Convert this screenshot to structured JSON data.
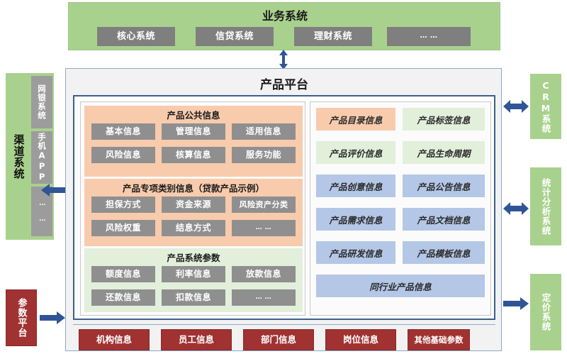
{
  "business_system": {
    "title": "业务系统",
    "items": [
      {
        "label": "核心系统"
      },
      {
        "label": "信贷系统"
      },
      {
        "label": "理财系统"
      },
      {
        "label": "… …"
      }
    ]
  },
  "channel_system": {
    "title": "渠道系统",
    "items": [
      {
        "label": "网银系统"
      },
      {
        "label": "手机APP"
      },
      {
        "label": "… …"
      }
    ]
  },
  "parameter_platform": {
    "label": "参数平台"
  },
  "right_systems": [
    {
      "label": "CRM系统",
      "arrow": "double"
    },
    {
      "label": "统计分析系统",
      "arrow": "double"
    },
    {
      "label": "定价系统",
      "arrow": "right"
    }
  ],
  "product_platform": {
    "title": "产品平台",
    "left_groups": [
      {
        "title": "产品公共信息",
        "items": [
          {
            "label": "基本信息"
          },
          {
            "label": "管理信息"
          },
          {
            "label": "适用信息"
          },
          {
            "label": "风险信息"
          },
          {
            "label": "核算信息"
          },
          {
            "label": "服务功能"
          }
        ]
      },
      {
        "title": "产品专项类别信息（贷款产品示例）",
        "items": [
          {
            "label": "担保方式"
          },
          {
            "label": "资金来源"
          },
          {
            "label": "风险资产分类"
          },
          {
            "label": "风险权重"
          },
          {
            "label": "结息方式"
          },
          {
            "label": "… …"
          }
        ]
      },
      {
        "title": "产品系统参数",
        "items": [
          {
            "label": "额度信息"
          },
          {
            "label": "利率信息"
          },
          {
            "label": "放款信息"
          },
          {
            "label": "还款信息"
          },
          {
            "label": "扣款信息"
          },
          {
            "label": "… …"
          }
        ]
      }
    ],
    "right_items": [
      {
        "label": "产品目录信息",
        "color": "orange"
      },
      {
        "label": "产品标签信息",
        "color": "green"
      },
      {
        "label": "产品评价信息",
        "color": "green"
      },
      {
        "label": "产品生命周期",
        "color": "green"
      },
      {
        "label": "产品创意信息",
        "color": "blue"
      },
      {
        "label": "产品公告信息",
        "color": "blue"
      },
      {
        "label": "产品需求信息",
        "color": "blue"
      },
      {
        "label": "产品文档信息",
        "color": "blue"
      },
      {
        "label": "产品研发信息",
        "color": "blue"
      },
      {
        "label": "产品模板信息",
        "color": "blue"
      },
      {
        "label": "同行业产品信息",
        "color": "blue"
      }
    ],
    "base_params": [
      {
        "label": "机构信息"
      },
      {
        "label": "员工信息"
      },
      {
        "label": "部门信息"
      },
      {
        "label": "岗位信息"
      },
      {
        "label": "其他基础参数"
      }
    ]
  },
  "colors": {
    "green_panel": "#a9d18e",
    "gray_chip": "#7f7f7f",
    "orange_group": "#f8cbad",
    "green_group": "#e2efda",
    "blue_item": "#b4c7e7",
    "red_box": "#a03232",
    "arrow_blue": "#2f5597",
    "platform_border": "#3f5e8c"
  }
}
